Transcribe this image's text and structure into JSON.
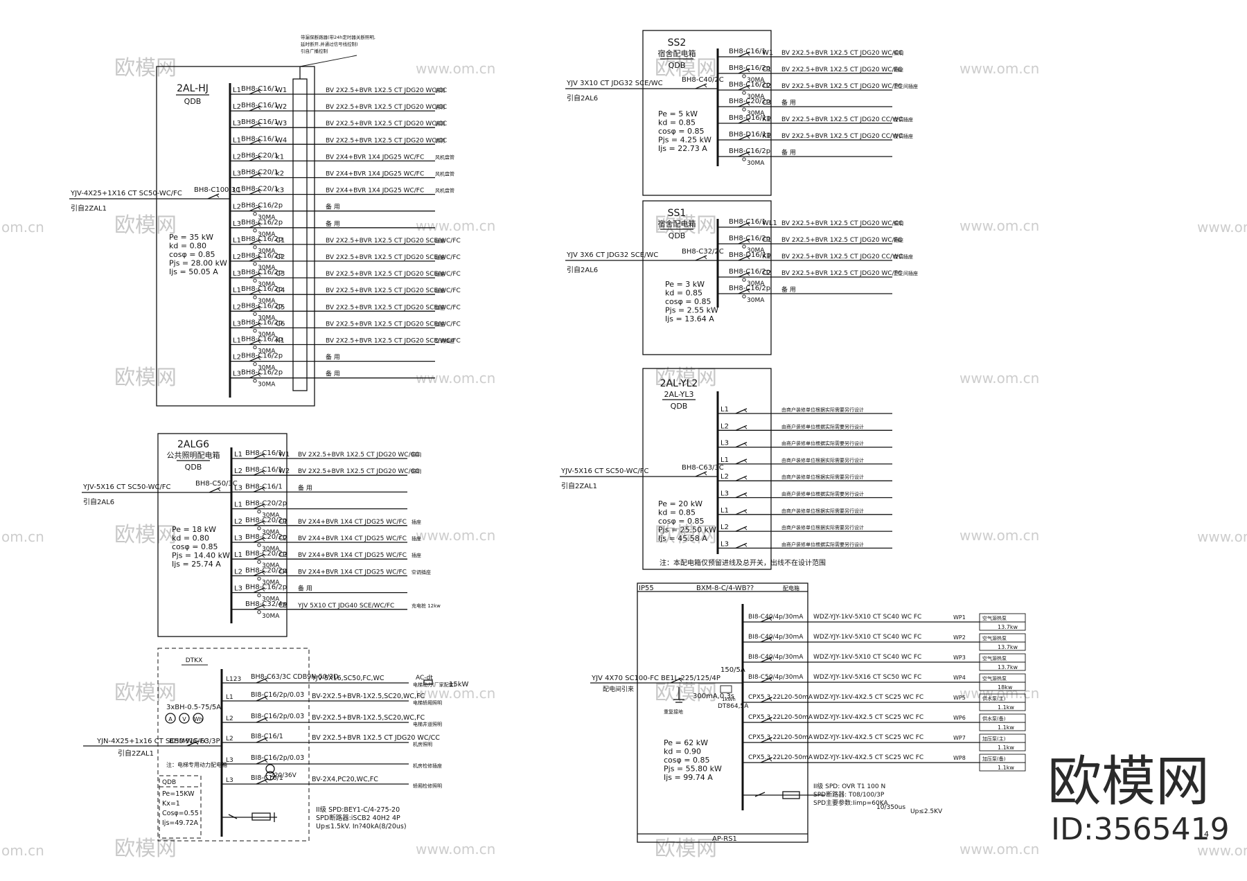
{
  "watermarks": {
    "site": "www.om.cn",
    "brand": "欧模网",
    "cut_left": "om.cn",
    "cut_right": "www.om"
  },
  "brand": {
    "logo": "欧模网",
    "id": "ID:3565419",
    "page_mark": "4"
  },
  "panels": [
    {
      "title": "2AL-HJ",
      "subtitle": "",
      "type": "QDB",
      "incoming": "YJV-4X25+1X16 CT SC50-WC/FC",
      "source": "引自2ZAL1",
      "main_breaker": "BH8-C100/3C",
      "stats": [
        "Pe = 35 kW",
        "kd = 0.80",
        "cosφ = 0.85",
        "Pjs = 28.00 kW",
        "Ijs = 50.05 A"
      ],
      "note": "",
      "top_note": [
        "带漏保断路器(带24h定时器关断照明,",
        "延时断开,并通过信号线控制)",
        "引自广播控制"
      ],
      "circuits": [
        {
          "phase": "L1",
          "breaker": "BH8-C16/1",
          "rcd": "",
          "no": "W1",
          "cable": "BV 2X2.5+BVR 1X2.5 CT JDG20 WC/CC",
          "load": "照明"
        },
        {
          "phase": "L2",
          "breaker": "BH8-C16/1",
          "rcd": "",
          "no": "W2",
          "cable": "BV 2X2.5+BVR 1X2.5 CT JDG20 WC/CC",
          "load": "照明"
        },
        {
          "phase": "L3",
          "breaker": "BH8-C16/1",
          "rcd": "",
          "no": "W3",
          "cable": "BV 2X2.5+BVR 1X2.5 CT JDG20 WC/CC",
          "load": "照明"
        },
        {
          "phase": "L1",
          "breaker": "BH8-C16/1",
          "rcd": "",
          "no": "W4",
          "cable": "BV 2X2.5+BVR 1X2.5 CT JDG20 WC/CC",
          "load": "照明"
        },
        {
          "phase": "L2",
          "breaker": "BH8-C20/1",
          "rcd": "",
          "no": "k1",
          "cable": "BV 2X4+BVR 1X4 JDG25 WC/FC",
          "load": "风机盘管"
        },
        {
          "phase": "L3",
          "breaker": "BH8-C20/1",
          "rcd": "",
          "no": "k2",
          "cable": "BV 2X4+BVR 1X4 JDG25 WC/FC",
          "load": "风机盘管"
        },
        {
          "phase": "L1",
          "breaker": "BH8-C20/1",
          "rcd": "",
          "no": "k3",
          "cable": "BV 2X4+BVR 1X4 JDG25 WC/FC",
          "load": "风机盘管"
        },
        {
          "phase": "L2",
          "breaker": "BH8-C16/2p",
          "rcd": "30MA",
          "no": "",
          "cable": "备 用",
          "load": ""
        },
        {
          "phase": "L3",
          "breaker": "BH8-C16/2p",
          "rcd": "30MA",
          "no": "",
          "cable": "备 用",
          "load": ""
        },
        {
          "phase": "L1",
          "breaker": "BH8-C16/2p",
          "rcd": "30MA",
          "no": "C1",
          "cable": "BV 2X2.5+BVR 1X2.5 CT JDG20 SCE/WC/FC",
          "load": "插座"
        },
        {
          "phase": "L2",
          "breaker": "BH8-C16/2p",
          "rcd": "30MA",
          "no": "C2",
          "cable": "BV 2X2.5+BVR 1X2.5 CT JDG20 SCE/WC/FC",
          "load": "插座"
        },
        {
          "phase": "L3",
          "breaker": "BH8-C16/2p",
          "rcd": "30MA",
          "no": "C3",
          "cable": "BV 2X2.5+BVR 1X2.5 CT JDG20 SCE/WC/FC",
          "load": "插座"
        },
        {
          "phase": "L1",
          "breaker": "BH8-C16/2p",
          "rcd": "30MA",
          "no": "C4",
          "cable": "BV 2X2.5+BVR 1X2.5 CT JDG20 SCE/WC/FC",
          "load": "插座"
        },
        {
          "phase": "L2",
          "breaker": "BH8-C16/2p",
          "rcd": "30MA",
          "no": "C5",
          "cable": "BV 2X2.5+BVR 1X2.5 CT JDG20 SCE/WC/FC",
          "load": "插座"
        },
        {
          "phase": "L3",
          "breaker": "BH8-C16/2p",
          "rcd": "30MA",
          "no": "C6",
          "cable": "BV 2X2.5+BVR 1X2.5 CT JDG20 SCE/WC/FC",
          "load": "插座"
        },
        {
          "phase": "L1",
          "breaker": "BH8-C16/2p",
          "rcd": "30MA",
          "no": "K1",
          "cable": "BV 2X2.5+BVR 1X2.5 CT JDG20 SCE/WC/FC",
          "load": "空调插座"
        },
        {
          "phase": "L2",
          "breaker": "BH8-C16/2p",
          "rcd": "30MA",
          "no": "",
          "cable": "备 用",
          "load": ""
        },
        {
          "phase": "L3",
          "breaker": "BH8-C16/2p",
          "rcd": "30MA",
          "no": "",
          "cable": "备 用",
          "load": ""
        }
      ]
    },
    {
      "title": "2ALG6",
      "subtitle": "公共照明配电箱",
      "type": "QDB",
      "incoming": "YJV-5X16 CT SC50-WC/FC",
      "source": "引自2AL6",
      "main_breaker": "BH8-C50/3C",
      "stats": [
        "Pe = 18 kW",
        "kd = 0.80",
        "cosφ = 0.85",
        "Pjs = 14.40 kW",
        "Ijs = 25.74 A"
      ],
      "note": "",
      "top_note": [],
      "circuits": [
        {
          "phase": "L1",
          "breaker": "BH8-C16/1",
          "rcd": "",
          "no": "W1",
          "cable": "BV 2X2.5+BVR 1X2.5 CT JDG20 WC/CC",
          "load": "照明"
        },
        {
          "phase": "L2",
          "breaker": "BH8-C16/1",
          "rcd": "",
          "no": "W2",
          "cable": "BV 2X2.5+BVR 1X2.5 CT JDG20 WC/CC",
          "load": "照明"
        },
        {
          "phase": "L3",
          "breaker": "BH8-C16/1",
          "rcd": "",
          "no": "",
          "cable": "备 用",
          "load": ""
        },
        {
          "phase": "L1",
          "breaker": "BH8-C20/2p",
          "rcd": "30MA",
          "no": "",
          "cable": "",
          "load": ""
        },
        {
          "phase": "L2",
          "breaker": "BH8-C20/2p",
          "rcd": "30MA",
          "no": "C1",
          "cable": "BV 2X4+BVR 1X4 CT JDG25 WC/FC",
          "load": "插座"
        },
        {
          "phase": "L3",
          "breaker": "BH8-C20/2p",
          "rcd": "30MA",
          "no": "C2",
          "cable": "BV 2X4+BVR 1X4 CT JDG25 WC/FC",
          "load": "插座"
        },
        {
          "phase": "L1",
          "breaker": "BH8-C20/2p",
          "rcd": "30MA",
          "no": "C3",
          "cable": "BV 2X4+BVR 1X4 CT JDG25 WC/FC",
          "load": "插座"
        },
        {
          "phase": "L2",
          "breaker": "BH8-C20/2p",
          "rcd": "30MA",
          "no": "C4",
          "cable": "BV 2X4+BVR 1X4 CT JDG25 WC/FC",
          "load": "空调插座"
        },
        {
          "phase": "L3",
          "breaker": "BH8-C16/2p",
          "rcd": "30MA",
          "no": "",
          "cable": "备 用",
          "load": ""
        },
        {
          "phase": "",
          "breaker": "BH8-C32/4p",
          "rcd": "30MA",
          "no": "C5",
          "cable": "YJV 5X10 CT JDG40 SCE/WC/FC",
          "load": "充电桩 12kw"
        }
      ]
    },
    {
      "title": "SS2",
      "subtitle": "宿舍配电箱",
      "type": "QDB",
      "incoming": "YJV 3X10 CT JDG32 SCE/WC",
      "source": "引自2AL6",
      "main_breaker": "BH8-C40/2C",
      "stats": [
        "Pe = 5 kW",
        "kd = 0.85",
        "cosφ = 0.85",
        "Pjs = 4.25 kW",
        "Ijs = 22.73 A"
      ],
      "note": "",
      "top_note": [],
      "circuits": [
        {
          "phase": "",
          "breaker": "BH8-C16/1",
          "rcd": "",
          "no": "W1",
          "cable": "BV 2X2.5+BVR 1X2.5 CT JDG20 WC/CC",
          "load": "照明"
        },
        {
          "phase": "",
          "breaker": "BH8-C16/2p",
          "rcd": "30MA",
          "no": "C1",
          "cable": "BV 2X2.5+BVR 1X2.5 CT JDG20 WC/FC",
          "load": "插座"
        },
        {
          "phase": "",
          "breaker": "BH8-C16/2p",
          "rcd": "30MA",
          "no": "C2",
          "cable": "BV 2X2.5+BVR 1X2.5 CT JDG20 WC/FC",
          "load": "卫生间插座"
        },
        {
          "phase": "",
          "breaker": "BH8-C20/2p",
          "rcd": "30MA",
          "no": "C3",
          "cable": "备 用",
          "load": ""
        },
        {
          "phase": "",
          "breaker": "BH8-D16/1p",
          "rcd": "",
          "no": "K1",
          "cable": "BV 2X2.5+BVR 1X2.5 CT JDG20 CC/WC",
          "load": "空调插座"
        },
        {
          "phase": "",
          "breaker": "BH8-D16/1p",
          "rcd": "",
          "no": "K1",
          "cable": "BV 2X2.5+BVR 1X2.5 CT JDG20 CC/WC",
          "load": "空调插座"
        },
        {
          "phase": "",
          "breaker": "BH8-C16/2p",
          "rcd": "30MA",
          "no": "",
          "cable": "备 用",
          "load": ""
        }
      ]
    },
    {
      "title": "SS1",
      "subtitle": "宿舍配电箱",
      "type": "QDB",
      "incoming": "YJV 3X6 CT JDG32 SCE/WC",
      "source": "引自2AL6",
      "main_breaker": "BH8-C32/2C",
      "stats": [
        "Pe = 3 kW",
        "kd = 0.85",
        "cosφ = 0.85",
        "Pjs = 2.55 kW",
        "Ijs = 13.64 A"
      ],
      "note": "",
      "top_note": [],
      "circuits": [
        {
          "phase": "",
          "breaker": "BH8-C16/1",
          "rcd": "",
          "no": "WL1",
          "cable": "BV 2X2.5+BVR 1X2.5 CT JDG20 WC/CC",
          "load": "照明"
        },
        {
          "phase": "",
          "breaker": "BH8-C16/2p",
          "rcd": "30MA",
          "no": "C1",
          "cable": "BV 2X2.5+BVR 1X2.5 CT JDG20 WC/FC",
          "load": "插座"
        },
        {
          "phase": "",
          "breaker": "BH8-D16/1p",
          "rcd": "",
          "no": "K1",
          "cable": "BV 2X2.5+BVR 1X2.5 CT JDG20 CC/WC",
          "load": "空调插座"
        },
        {
          "phase": "",
          "breaker": "BH8-C16/2p",
          "rcd": "30MA",
          "no": "C2",
          "cable": "BV 2X2.5+BVR 1X2.5 CT JDG20 WC/FC",
          "load": "卫生间插座"
        },
        {
          "phase": "",
          "breaker": "BH8-C16/2p",
          "rcd": "30MA",
          "no": "",
          "cable": "备 用",
          "load": ""
        }
      ]
    },
    {
      "title": "2AL-YL2",
      "subtitle": "2AL-YL3",
      "type": "QDB",
      "incoming": "YJV-5X16 CT SC50-WC/FC",
      "source": "引自2ZAL1",
      "main_breaker": "BH8-C63/3C",
      "stats": [
        "Pe = 20 kW",
        "kd = 0.85",
        "cosφ = 0.85",
        "Pjs = 25.50 kW",
        "Ijs = 45.58 A"
      ],
      "note": "注：本配电箱仅预留进线及总开关，出线不在设计范围",
      "top_note": [],
      "circuits": [
        {
          "phase": "L1",
          "breaker": "",
          "rcd": "",
          "no": "",
          "cable": "由商户装修单位根据实际需要另行设计",
          "load": ""
        },
        {
          "phase": "L2",
          "breaker": "",
          "rcd": "",
          "no": "",
          "cable": "由商户装修单位根据实际需要另行设计",
          "load": ""
        },
        {
          "phase": "L3",
          "breaker": "",
          "rcd": "",
          "no": "",
          "cable": "由商户装修单位根据实际需要另行设计",
          "load": ""
        },
        {
          "phase": "L1",
          "breaker": "",
          "rcd": "",
          "no": "",
          "cable": "由商户装修单位根据实际需要另行设计",
          "load": ""
        },
        {
          "phase": "L2",
          "breaker": "",
          "rcd": "",
          "no": "",
          "cable": "由商户装修单位根据实际需要另行设计",
          "load": ""
        },
        {
          "phase": "L3",
          "breaker": "",
          "rcd": "",
          "no": "",
          "cable": "由商户装修单位根据实际需要另行设计",
          "load": ""
        },
        {
          "phase": "L1",
          "breaker": "",
          "rcd": "",
          "no": "",
          "cable": "由商户装修单位根据实际需要另行设计",
          "load": ""
        },
        {
          "phase": "L2",
          "breaker": "",
          "rcd": "",
          "no": "",
          "cable": "由商户装修单位根据实际需要另行设计",
          "load": ""
        },
        {
          "phase": "L3",
          "breaker": "",
          "rcd": "",
          "no": "",
          "cable": "由商户装修单位根据实际需要另行设计",
          "load": ""
        }
      ]
    }
  ],
  "dtkx": {
    "title": "DTKX",
    "meter": "3xBH-0.5-75/5A",
    "meter_icons": [
      "A",
      "V",
      "Wh"
    ],
    "main_breaker": "BHM91F-63/3P",
    "incoming": "YJN-4X25+1x16 CT SC50-WC/FC",
    "source": "引自2ZAL1",
    "note": "注：电梯专用动力配电箱",
    "qdb_label": "QDB",
    "stats": [
      "Pe=15KW",
      "Kx=1",
      "Cosφ=0.55",
      "Ijs=49.72A"
    ],
    "lines": [
      {
        "phase": "L123",
        "breaker": "BH8-C63/3C  CDB9N-50/3D",
        "cable": "YJV-5X16,SC50,FC,WC",
        "load": "电梯动力(厂家配套)",
        "extra": "AC-dt",
        "kw": "15kW"
      },
      {
        "phase": "L1",
        "breaker": "BI8-C16/2p/0.03",
        "cable": "BV-2X2.5+BVR-1X2.5,SC20,WC,FC",
        "load": "电梯轿厢照明",
        "extra": "",
        "kw": ""
      },
      {
        "phase": "L2",
        "breaker": "BI8-C16/2p/0.03",
        "cable": "BV-2X2.5+BVR-1X2.5,SC20,WC,FC",
        "load": "电梯井道照明",
        "extra": "",
        "kw": ""
      },
      {
        "phase": "L2",
        "breaker": "BI8-C16/1",
        "cable": "BV 2X2.5+BVR 1X2.5 CT JDG20 WC/CC",
        "load": "机房照明",
        "extra": "",
        "kw": ""
      },
      {
        "phase": "L3",
        "breaker": "BI8-C16/2p/0.03",
        "cable": "",
        "load": "机房检修插座",
        "extra": "",
        "kw": ""
      },
      {
        "phase": "L3",
        "breaker": "BI8-C16/1",
        "cable": "BV-2X4,PC20,WC,FC",
        "load": "轿厢检修照明",
        "extra": "220/36V",
        "kw": ""
      }
    ],
    "spd": [
      "II级 SPD:BEY1-C/4-275-20",
      "SPD断路器:iSCB2 40H2 4P",
      "Up≤1.5kV. In?40kA(8/20us)"
    ]
  },
  "aprs1": {
    "ip": "IP55",
    "box": "BXM-8-C/4-WB??",
    "right_label": "配电箱",
    "bottom_label": "AP-RS1",
    "incoming": "YJV 4X70 SC100-FC",
    "source": "配电间引来",
    "main_breaker": "BE1L-225/125/4P",
    "rcd": "300mA,0.3s",
    "ct": "150/5A",
    "meter": "DT864,5A",
    "meter_box": "1kWh",
    "ground": "重复接地",
    "stats": [
      "Pe = 62 kW",
      "kd = 0.90",
      "cosφ = 0.85",
      "Pjs = 55.80 kW",
      "Ijs = 99.74 A"
    ],
    "outgoing": [
      {
        "breaker": "BI8-C40/4p/30mA",
        "cable": "WDZ-YJY-1kV-5X10 CT SC40 WC FC",
        "no": "WP1",
        "load": "空气源热泵",
        "kw": "13.7kw"
      },
      {
        "breaker": "BI8-C40/4p/30mA",
        "cable": "WDZ-YJY-1kV-5X10 CT SC40 WC FC",
        "no": "WP2",
        "load": "空气源热泵",
        "kw": "13.7kw"
      },
      {
        "breaker": "BI8-C40/4p/30mA",
        "cable": "WDZ-YJY-1kV-5X10 CT SC40 WC FC",
        "no": "WP3",
        "load": "空气源热泵",
        "kw": "13.7kw"
      },
      {
        "breaker": "BI8-C50/4p/30mA",
        "cable": "WDZ-YJY-1kV-5X16 CT SC50 WC FC",
        "no": "WP4",
        "load": "空气源热泵",
        "kw": "18kw"
      },
      {
        "breaker": "CPX5.3-22L20-50mA",
        "cable": "WDZ-YJY-1kV-4X2.5 CT SC25 WC FC",
        "no": "WP5",
        "load": "供水泵(主)",
        "kw": "1.1kw"
      },
      {
        "breaker": "CPX5.3-22L20-50mA",
        "cable": "WDZ-YJY-1kV-4X2.5 CT SC25 WC FC",
        "no": "WP6",
        "load": "供水泵(备)",
        "kw": "1.1kw"
      },
      {
        "breaker": "CPX5.3-22L20-50mA",
        "cable": "WDZ-YJY-1kV-4X2.5 CT SC25 WC FC",
        "no": "WP7",
        "load": "加压泵(主)",
        "kw": "1.1kw"
      },
      {
        "breaker": "CPX5.3-22L20-50mA",
        "cable": "WDZ-YJY-1kV-4X2.5 CT SC25 WC FC",
        "no": "WP8",
        "load": "加压泵(备)",
        "kw": "1.1kw"
      }
    ],
    "spd": [
      "II级 SPD: OVR T1 100 N",
      "SPD断路器: T08/100/3P",
      "SPD主要参数:Iimp=60KA"
    ],
    "spd_tail": [
      "10/350us",
      "Up≤2.5KV"
    ]
  }
}
